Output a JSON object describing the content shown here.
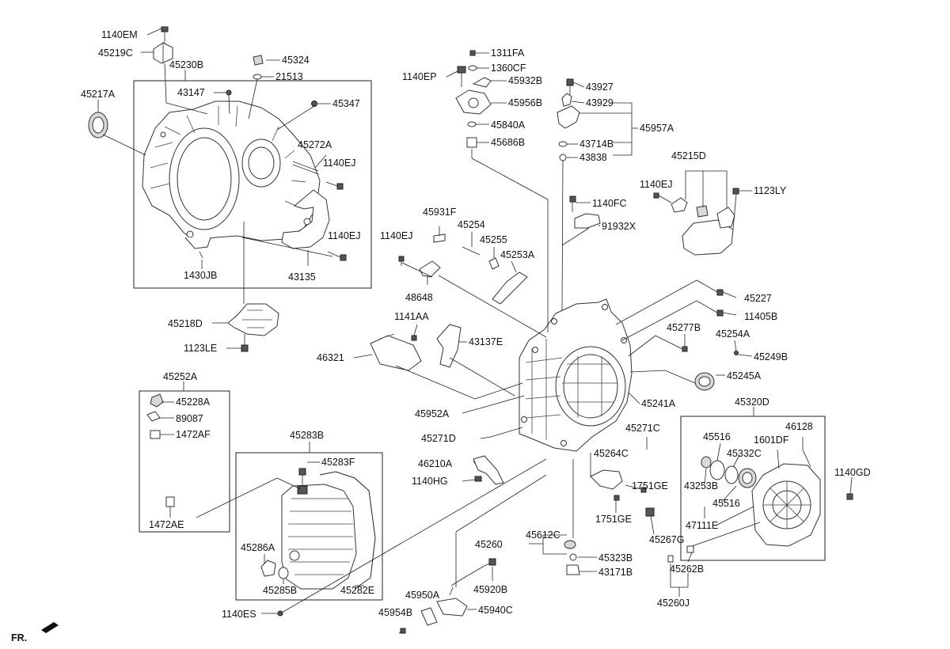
{
  "direction_label": "FR.",
  "labels": {
    "l1140EM": "1140EM",
    "l45219C": "45219C",
    "l45230B": "45230B",
    "l45324": "45324",
    "l21513": "21513",
    "l43147": "43147",
    "l45347": "45347",
    "l45217A": "45217A",
    "l45272A": "45272A",
    "l1140EJa": "1140EJ",
    "l1140EJb": "1140EJ",
    "l43135": "43135",
    "l1430JB": "1430JB",
    "l45218D": "45218D",
    "l1123LE": "1123LE",
    "l45252A": "45252A",
    "l45228A": "45228A",
    "l89087": "89087",
    "l1472AF": "1472AF",
    "l1472AE": "1472AE",
    "l45283B": "45283B",
    "l45283F": "45283F",
    "l45286A": "45286A",
    "l45285B": "45285B",
    "l45282E": "45282E",
    "l1140ES": "1140ES",
    "l1311FA": "1311FA",
    "l1360CF": "1360CF",
    "l1140EP": "1140EP",
    "l45932B": "45932B",
    "l45956B": "45956B",
    "l45840A": "45840A",
    "l45686B": "45686B",
    "l43927": "43927",
    "l43929": "43929",
    "l45957A": "45957A",
    "l43714B": "43714B",
    "l43838": "43838",
    "l45215D": "45215D",
    "l1140EJc": "1140EJ",
    "l1123LY": "1123LY",
    "l1140FC": "1140FC",
    "l91932X": "91932X",
    "l45931F": "45931F",
    "l45254": "45254",
    "l45255": "45255",
    "l45253A": "45253A",
    "l1140EJd": "1140EJ",
    "l48648": "48648",
    "l45227": "45227",
    "l11405B": "11405B",
    "l45277B": "45277B",
    "l45254A": "45254A",
    "l45249B": "45249B",
    "l1141AA": "1141AA",
    "l43137E": "43137E",
    "l46321": "46321",
    "l45245A": "45245A",
    "l45241A": "45241A",
    "l45952A": "45952A",
    "l45320D": "45320D",
    "l45271C": "45271C",
    "l45271D": "45271D",
    "l45516a": "45516",
    "l1601DF": "1601DF",
    "l46128": "46128",
    "l45264C": "45264C",
    "l45332C": "45332C",
    "l46210A": "46210A",
    "l43253B": "43253B",
    "l1140GD": "1140GD",
    "l1140HG": "1140HG",
    "l1751GEa": "1751GE",
    "l45516b": "45516",
    "l1751GEb": "1751GE",
    "l47111E": "47111E",
    "l45267G": "45267G",
    "l45260": "45260",
    "l45612C": "45612C",
    "l45323B": "45323B",
    "l43171B": "43171B",
    "l45262B": "45262B",
    "l45950A": "45950A",
    "l45920B": "45920B",
    "l45940C": "45940C",
    "l45954B": "45954B",
    "l45260J": "45260J"
  }
}
